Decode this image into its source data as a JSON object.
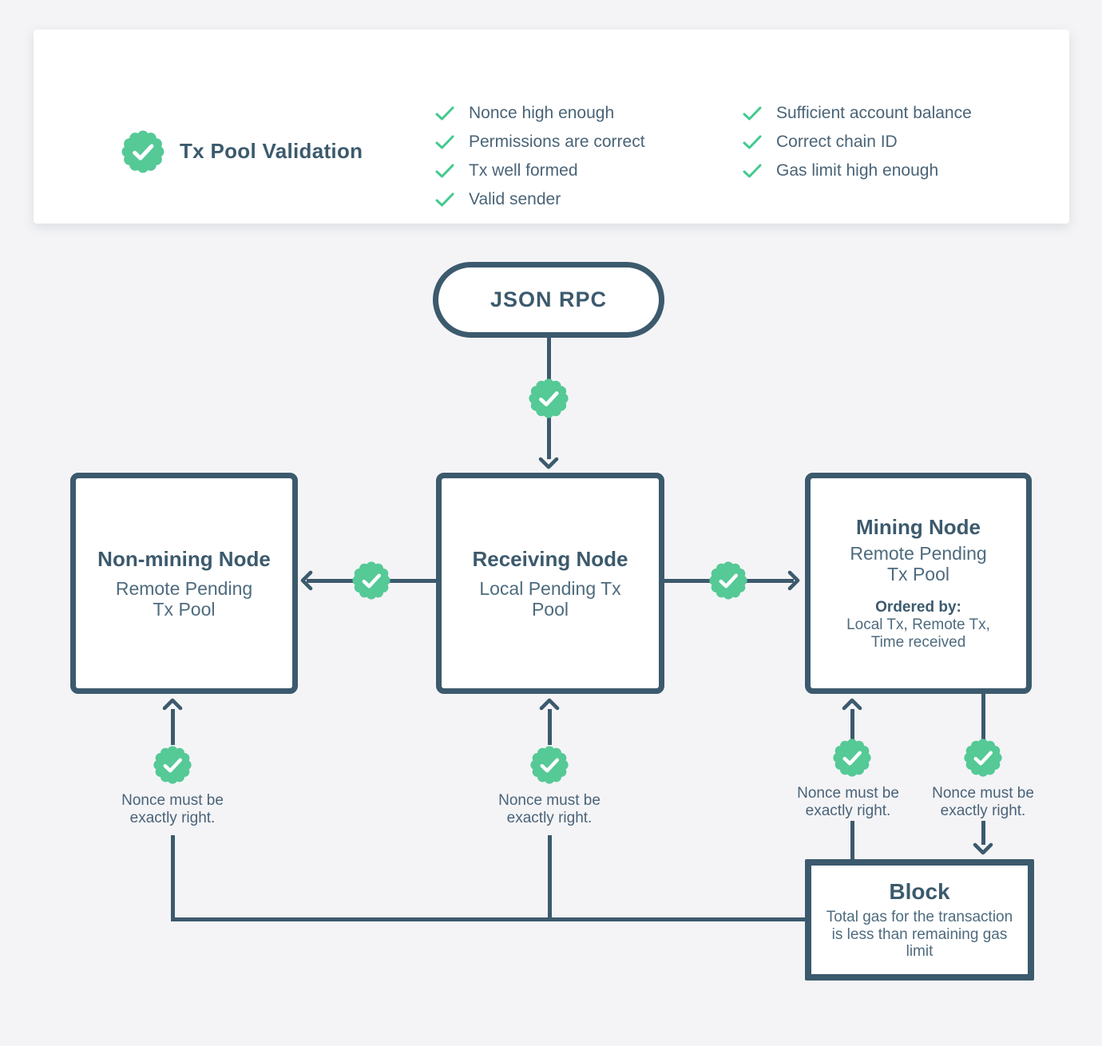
{
  "legend": {
    "title": "Tx Pool Validation",
    "col1": [
      "Nonce high enough",
      "Permissions are correct",
      "Tx well formed",
      "Valid sender"
    ],
    "col2": [
      "Sufficient account balance",
      "Correct chain ID",
      "Gas limit high enough"
    ]
  },
  "nodes": {
    "json_rpc": {
      "label": "JSON RPC"
    },
    "non_mining": {
      "title": "Non-mining Node",
      "subtitle": "Remote Pending Tx Pool"
    },
    "receiving": {
      "title": "Receiving Node",
      "subtitle": "Local Pending Tx Pool"
    },
    "mining": {
      "title": "Mining Node",
      "subtitle": "Remote Pending Tx Pool",
      "ordered_by_label": "Ordered by:",
      "ordered_by": "Local Tx, Remote Tx, Time received"
    },
    "block": {
      "title": "Block",
      "description": "Total gas for the transaction is less than remaining gas limit"
    }
  },
  "notes": {
    "nonce_rule": "Nonce must be exactly right."
  },
  "colors": {
    "background": "#f4f4f6",
    "slate_dark": "#3c5a6d",
    "body_text": "#4e6b7e",
    "badge_green": "#55c996",
    "check_green": "#44c98f",
    "card_white": "#ffffff"
  }
}
